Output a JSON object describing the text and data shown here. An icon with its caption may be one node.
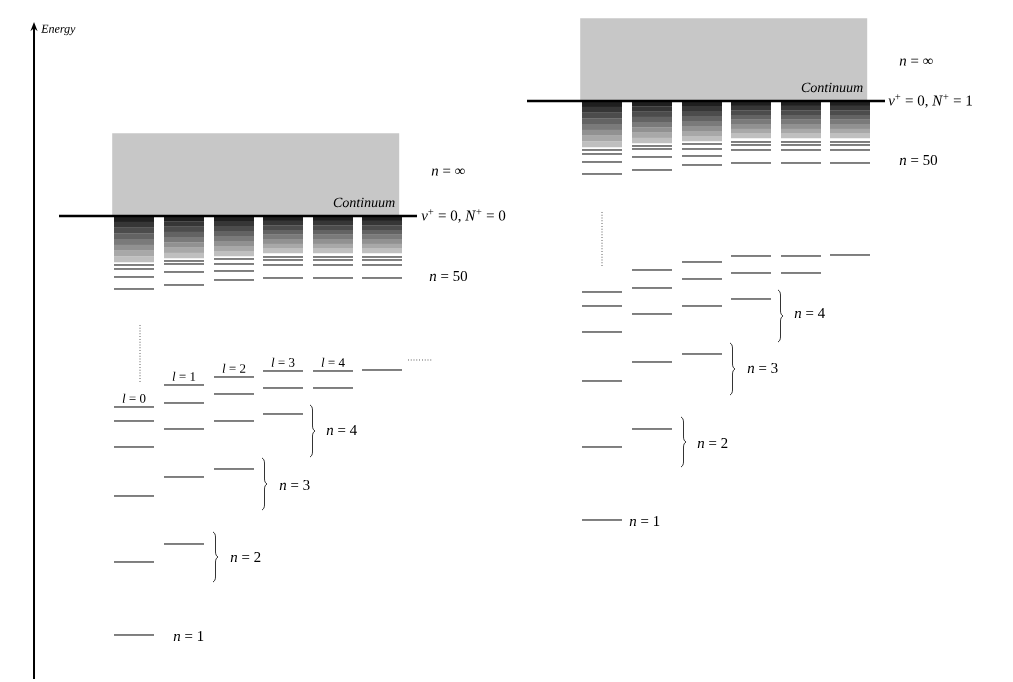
{
  "diagram": {
    "nodes": [
      {
        "text": [
          "Continuum"
        ]
      },
      {
        "text": [
          "Continuum"
        ]
      }
    ],
    "labels": [
      "Energy",
      "*n* = ∞",
      "*v*$^{+}$ = 0, *N*$^{+}$ = 0",
      "*n* = 50",
      "*l* = 0",
      "*l* = 1",
      "*l* = 2",
      "*l* = 3",
      "*l* = 4",
      "*n* = 4",
      "*n* = 3",
      "*n* = 2",
      "*n* = 1",
      "*n* = ∞",
      "*v*$^{+}$ = 0, *N*$^{+}$ = 1",
      "*n* = 50",
      "*n* = 4",
      "*n* = 3",
      "*n* = 2",
      "*n* = 1"
    ]
  }
}
